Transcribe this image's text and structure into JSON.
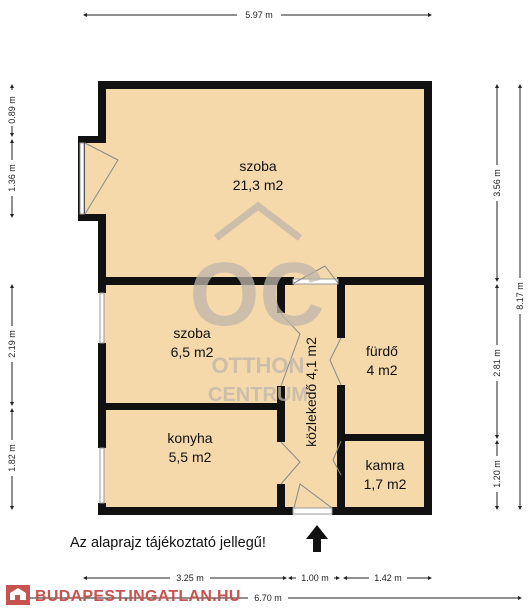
{
  "dimensions": {
    "top_width": "5.97 m",
    "left_1": "0.89 m",
    "left_2": "1.36 m",
    "left_3": "2.19 m",
    "left_4": "1.82 m",
    "right_1": "3.56 m",
    "right_2": "2.81 m",
    "right_3": "1.20 m",
    "right_total": "8.17 m",
    "bottom_1": "3.25 m",
    "bottom_2": "1.00 m",
    "bottom_3": "1.42 m",
    "bottom_total": "6.70 m"
  },
  "rooms": {
    "szoba_large": {
      "name": "szoba",
      "area": "21,3 m2"
    },
    "szoba_small": {
      "name": "szoba",
      "area": "6,5 m2"
    },
    "konyha": {
      "name": "konyha",
      "area": "5,5 m2"
    },
    "furdo": {
      "name": "fürdő",
      "area": "4 m2"
    },
    "kamra": {
      "name": "kamra",
      "area": "1,7 m2"
    },
    "kozlekedo": {
      "label": "közlekedő 4,1 m2"
    }
  },
  "watermark": {
    "letters": "OC",
    "line1": "OTTHON",
    "line2": "CENTRUM"
  },
  "notice": "Az alaprajz tájékoztató jellegű!",
  "brand": {
    "text": "BUDAPEST.INGATLAN.HU",
    "color": "#c8524e"
  },
  "colors": {
    "floor": "#f5d9ab",
    "wall": "#111111",
    "watermark": "#bfb6aa"
  }
}
